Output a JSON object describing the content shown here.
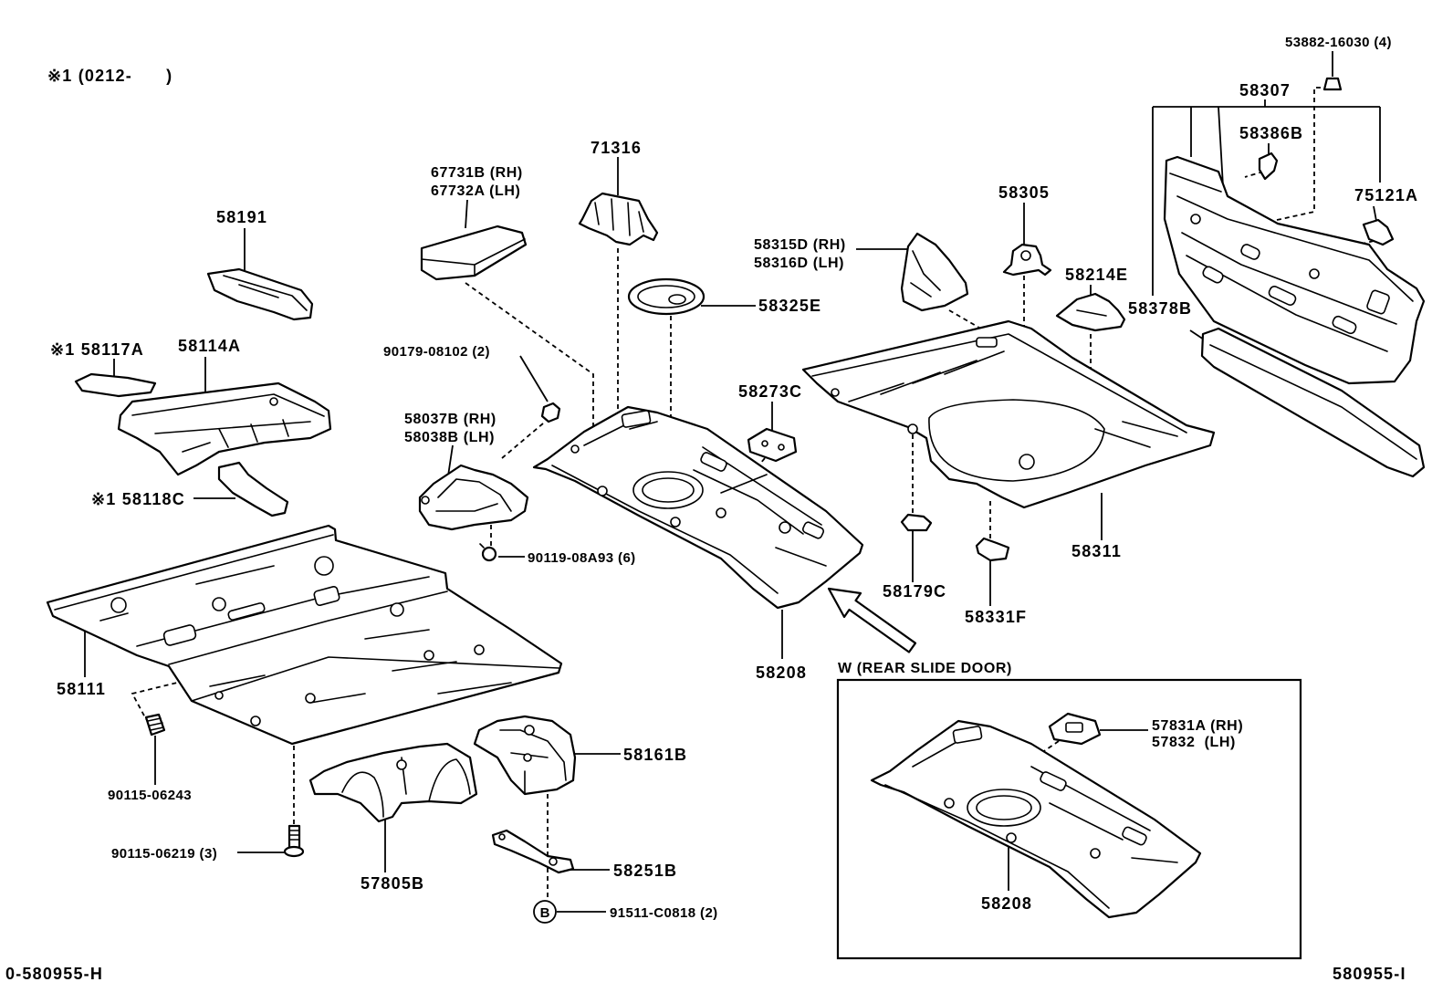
{
  "notes": {
    "applicability": "※1 (0212-      )",
    "figure_code_left": "0-580955-H",
    "figure_code_right": "580955-I",
    "view_caption": "W (REAR SLIDE DOOR)",
    "view_marker": "B"
  },
  "callouts": {
    "p53882": "53882-16030 (4)",
    "p58307": "58307",
    "p58386": "58386B",
    "p75121": "75121A",
    "p58378": "58378B",
    "p58305": "58305",
    "p58315": "58315D (RH)",
    "p58316": "58316D (LH)",
    "p58214": "58214E",
    "p58325": "58325E",
    "p71316": "71316",
    "p67731": "67731B (RH)",
    "p67732": "67732A (LH)",
    "p58191": "58191",
    "p58117": "※1 58117A",
    "p58114": "58114A",
    "p90179": "90179-08102 (2)",
    "p58037": "58037B (RH)",
    "p58038": "58038B (LH)",
    "p58273": "58273C",
    "p58118": "※1 58118C",
    "p90119": "90119-08A93 (6)",
    "p58179": "58179C",
    "p58331": "58331F",
    "p58311": "58311",
    "p58111": "58111",
    "p58208": "58208",
    "p58161": "58161B",
    "p57831": "57831A (RH)",
    "p57832": "57832  (LH)",
    "p90115a": "90115-06243",
    "p90115b": "90115-06219 (3)",
    "p57805": "57805B",
    "p58251": "58251B",
    "p91511": "91511-C0818 (2)",
    "p58208w": "58208"
  },
  "colors": {
    "background": "#ffffff",
    "ink": "#000000"
  }
}
